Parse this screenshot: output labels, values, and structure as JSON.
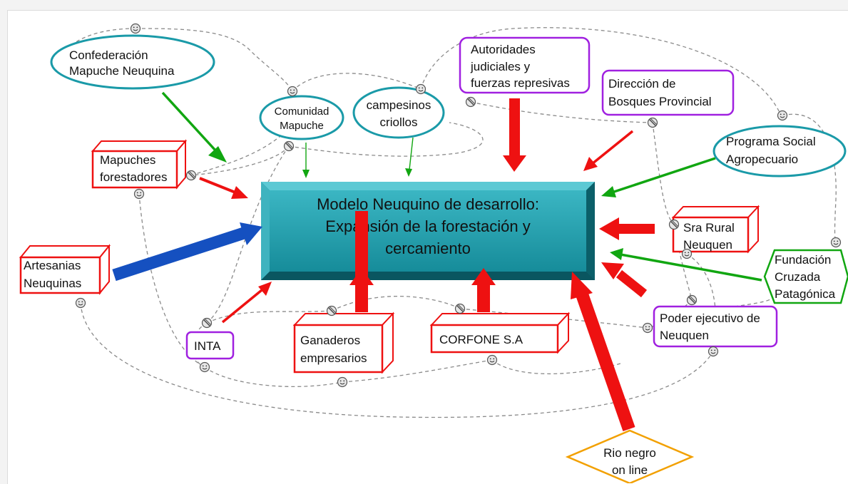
{
  "diagram": {
    "central": {
      "line1": "Modelo Neuquino de desarrollo:",
      "line2": "Expansión de la forestación y",
      "line3": "cercamiento"
    },
    "actors": {
      "confederacion": [
        "Confederación",
        "Mapuche Neuquina"
      ],
      "comunidad": [
        "Comunidad",
        "Mapuche"
      ],
      "campesinos": [
        "campesinos",
        "criollos"
      ],
      "autoridades": [
        "Autoridades",
        "judiciales y",
        "fuerzas represivas"
      ],
      "direccion": [
        "Dirección de",
        "Bosques Provincial"
      ],
      "programa": [
        "Programa Social",
        "Agropecuario"
      ],
      "mapuches_forestadores": [
        "Mapuches",
        "forestadores"
      ],
      "artesanias": [
        "Artesanias",
        "Neuquinas"
      ],
      "sra_rural": [
        "Sra Rural",
        "Neuquen"
      ],
      "fundacion": [
        "Fundación",
        "Cruzada",
        "Patagónica"
      ],
      "poder": [
        "Poder ejecutivo de",
        "Neuquen"
      ],
      "inta": [
        "INTA"
      ],
      "ganaderos": [
        "Ganaderos",
        "empresarios"
      ],
      "corfone": [
        "CORFONE S.A"
      ],
      "rio_negro": [
        "Rio negro",
        "on line"
      ]
    },
    "colors": {
      "teal": "#1a9aa8",
      "red": "#ee1111",
      "purple": "#a020e0",
      "green": "#11a611",
      "orange": "#f2a000",
      "blue": "#1550c0",
      "central_fill": "#1b9fae"
    },
    "icon_names": {
      "positive": "smiley-face-icon",
      "negative": "prohibited-icon"
    }
  }
}
